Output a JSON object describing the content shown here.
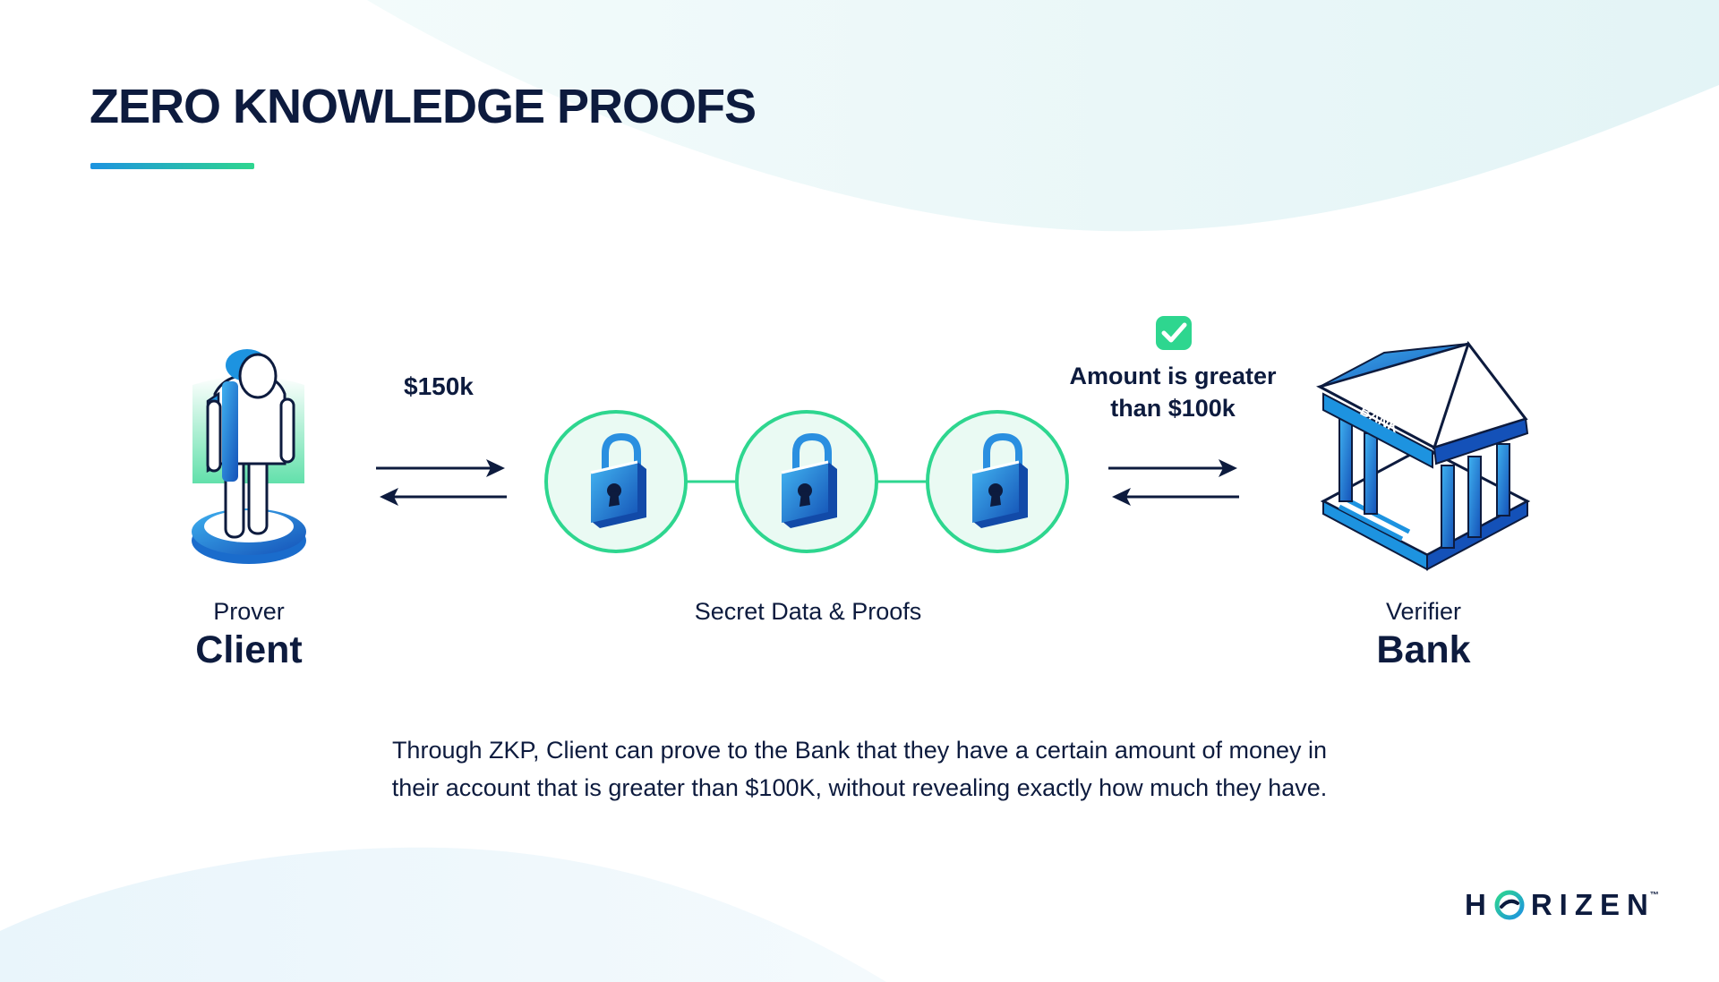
{
  "slide": {
    "title": "ZERO KNOWLEDGE PROOFS"
  },
  "prover": {
    "role": "Prover",
    "name": "Client",
    "icon": "person-icon"
  },
  "amount_label": "$150k",
  "secret": {
    "label": "Secret Data & Proofs",
    "lock_count": 3,
    "icon": "padlock-icon"
  },
  "result": {
    "line1": "Amount is greater",
    "line2": "than $100k",
    "icon": "check-badge-icon"
  },
  "verifier": {
    "role": "Verifier",
    "name": "Bank",
    "sign": "BANK",
    "icon": "bank-building-icon"
  },
  "caption": {
    "line1": "Through ZKP, Client can prove to the Bank that they have a certain amount of money in",
    "line2": "their account that is greater than $100K, without revealing exactly how much they have."
  },
  "logo": {
    "letter_h": "H",
    "rest": "RIZEN",
    "tm": "™"
  },
  "colors": {
    "navy": "#0d1b3e",
    "blue": "#1d93e0",
    "green": "#2ed68f",
    "mint_fill": "#eafaf3",
    "bg_wash": "#e6f5f6"
  }
}
